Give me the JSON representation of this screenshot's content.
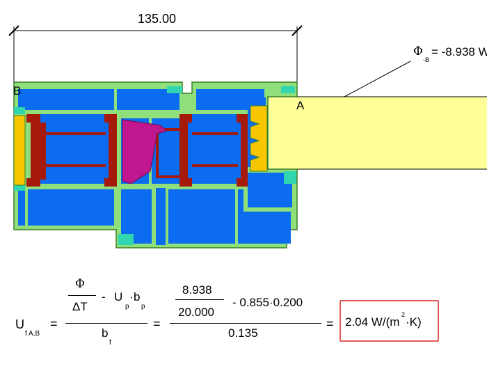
{
  "drawing": {
    "dimension": "135.00",
    "flux_symbol": "Φ",
    "flux_subscript": "-B",
    "flux_equals": "= -8.938 W",
    "label_b": "B",
    "label_a": "A"
  },
  "formula": {
    "lhs_symbol": "U",
    "lhs_subscript": "f A,B",
    "equals": "=",
    "phi": "Φ",
    "delta_t": "ΔT",
    "minus": "-",
    "u_symbol": "U",
    "u_sub": "p",
    "dot": "·",
    "b_symbol": "b",
    "b_sub": "p",
    "bf_symbol": "b",
    "bf_sub": "f",
    "num_flux": "8.938",
    "num_dt": "20.000",
    "num_rest": "-  0.855·0.200",
    "denominator": "0.135",
    "result_value": "2.04 W/(m",
    "result_exp": "2",
    "result_unit": "·K)"
  },
  "colors": {
    "profile_outline": "#3a7d2a",
    "profile_green": "#8fe07a",
    "cavity_blue": "#0b6cf0",
    "steel_red": "#a51a0a",
    "gasket_magenta": "#c0168e",
    "seal_yellow": "#f7c600",
    "glass_yellow": "#ffff99",
    "teal": "#2fd6b0",
    "highlight": "#e05a5a"
  }
}
